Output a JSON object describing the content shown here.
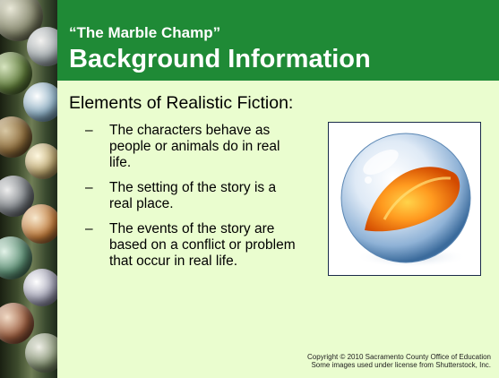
{
  "slide": {
    "subtitle": "“The Marble Champ”",
    "title": "Background Information",
    "body_heading": "Elements of Realistic Fiction:",
    "bullets": [
      {
        "dash": "–",
        "text": "The characters behave as people or animals do in real life."
      },
      {
        "dash": "–",
        "text": "The setting of the story is a real place."
      },
      {
        "dash": "–",
        "text": "The events of the story are based on a conflict or problem that occur in real life."
      }
    ],
    "copyright_line1": "Copyright © 2010 Sacramento County Office of Education",
    "copyright_line2": "Some images used under license from Shutterstock, Inc."
  },
  "colors": {
    "header_band": "#1f8a36",
    "background": "#eafdcf",
    "marble_orange": "#ff8c1a"
  },
  "images": {
    "left_strip": "marbles-photo",
    "right_photo": "marble-photo"
  }
}
